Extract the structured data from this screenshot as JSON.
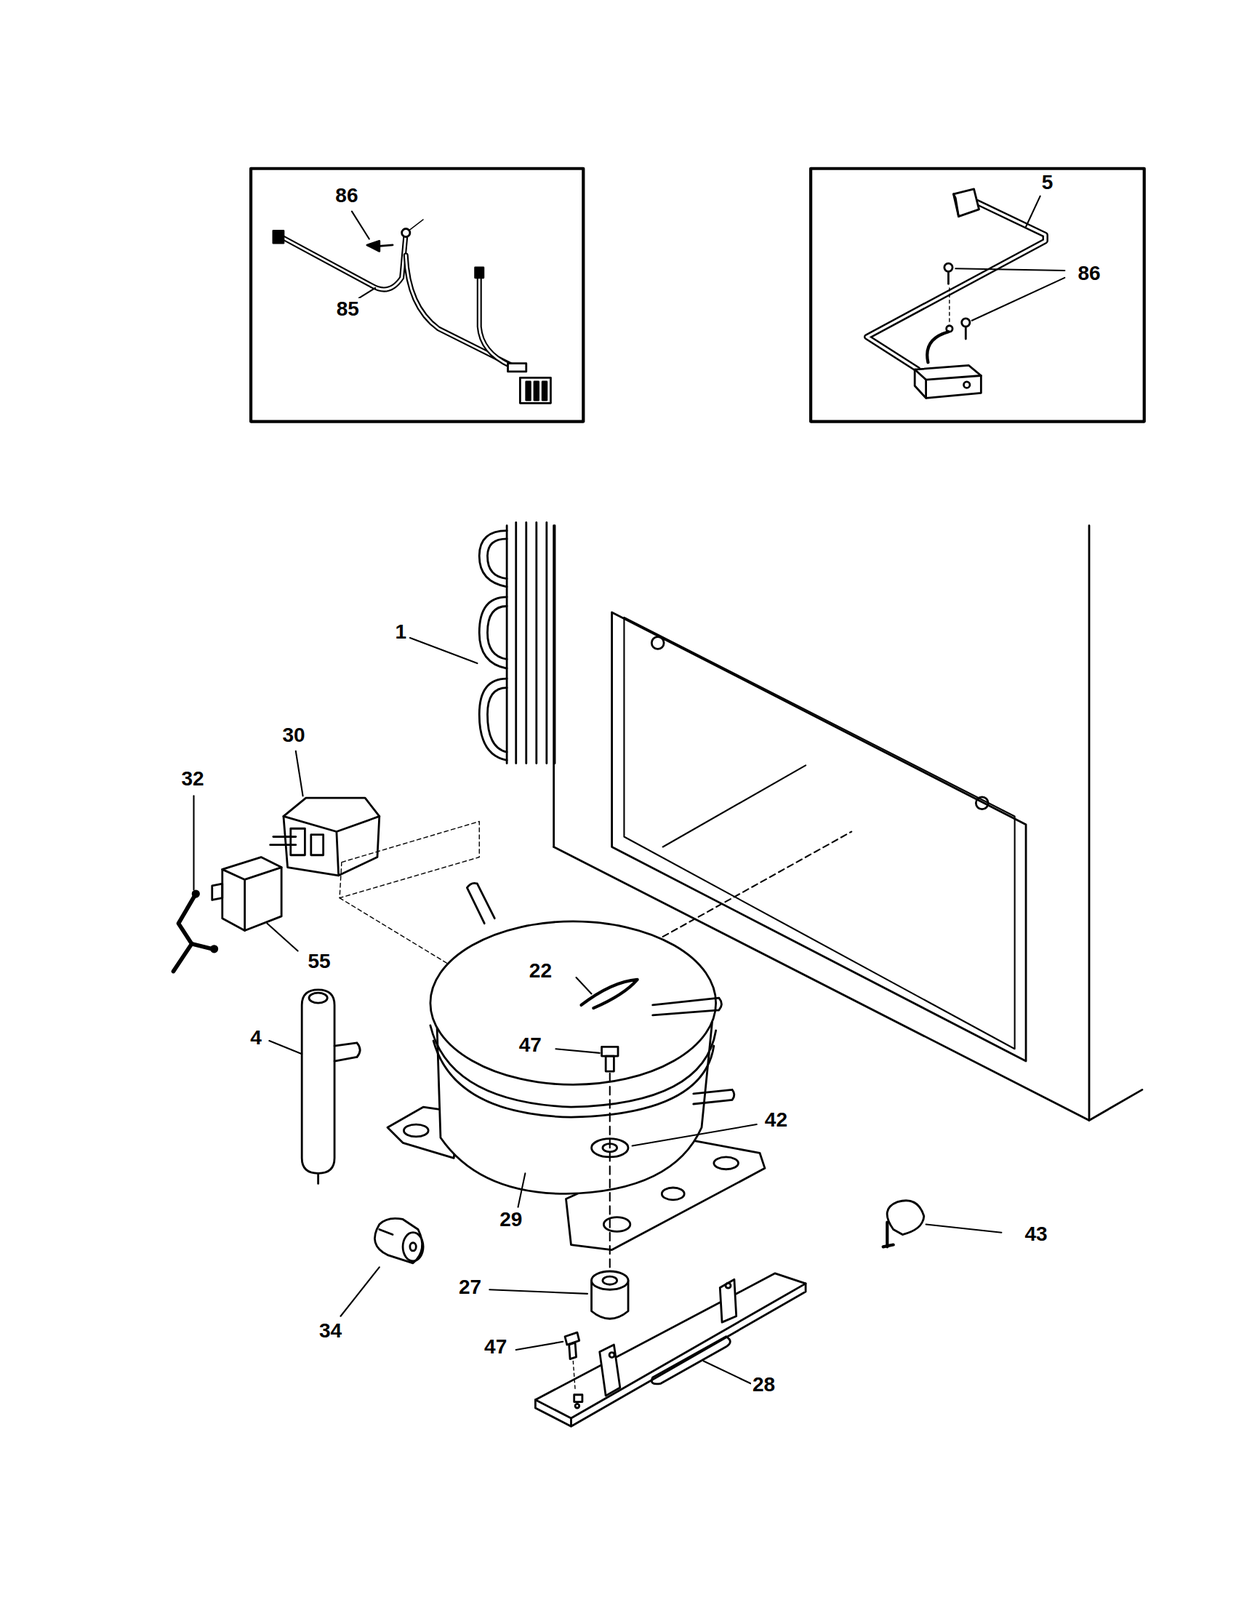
{
  "diagram": {
    "labels": [
      "86",
      "85",
      "5",
      "86",
      "1",
      "30",
      "32",
      "55",
      "22",
      "4",
      "47",
      "42",
      "29",
      "43",
      "34",
      "27",
      "47",
      "28"
    ]
  }
}
